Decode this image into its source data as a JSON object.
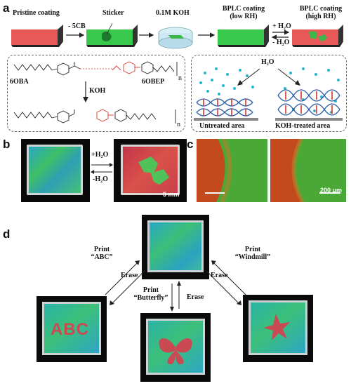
{
  "panel_a": {
    "letter": "a",
    "steps": {
      "pristine": "Pristine coating",
      "minus_5cb": "- 5CB",
      "sticker": "Sticker",
      "koh": "0.1M KOH",
      "low_rh_line1": "BPLC coating",
      "low_rh_line2": "(low RH)",
      "high_rh_line1": "BPLC coating",
      "high_rh_line2": "(high RH)",
      "plus_h2o": "+ H₂O",
      "minus_h2o": "- H₂O"
    },
    "chemistry": {
      "obba": "6OBA",
      "obep": "6OBEP",
      "koh": "KOH",
      "n": "n"
    },
    "mechanism": {
      "water": "H₂O",
      "untreated": "Untreated area",
      "treated": "KOH-treated area"
    }
  },
  "panel_b": {
    "letter": "b",
    "plus_h2o": "+H₂O",
    "minus_h2o": "-H₂O",
    "scale": "5 mm"
  },
  "panel_c": {
    "letter": "c",
    "scale": "200 μm"
  },
  "panel_d": {
    "letter": "d",
    "print_abc_1": "Print",
    "print_abc_2": "“ABC”",
    "print_windmill_1": "Print",
    "print_windmill_2": "“Windmill”",
    "print_butterfly_1": "Print",
    "print_butterfly_2": "“Butterfly”",
    "erase": "Erase",
    "abc_text": "ABC"
  },
  "colors": {
    "green": "#35c84a",
    "red": "#ec5a5a",
    "blue_dot": "#29b6c9",
    "helix_blue": "#2a5fa8",
    "red_rod": "#d9352b"
  }
}
